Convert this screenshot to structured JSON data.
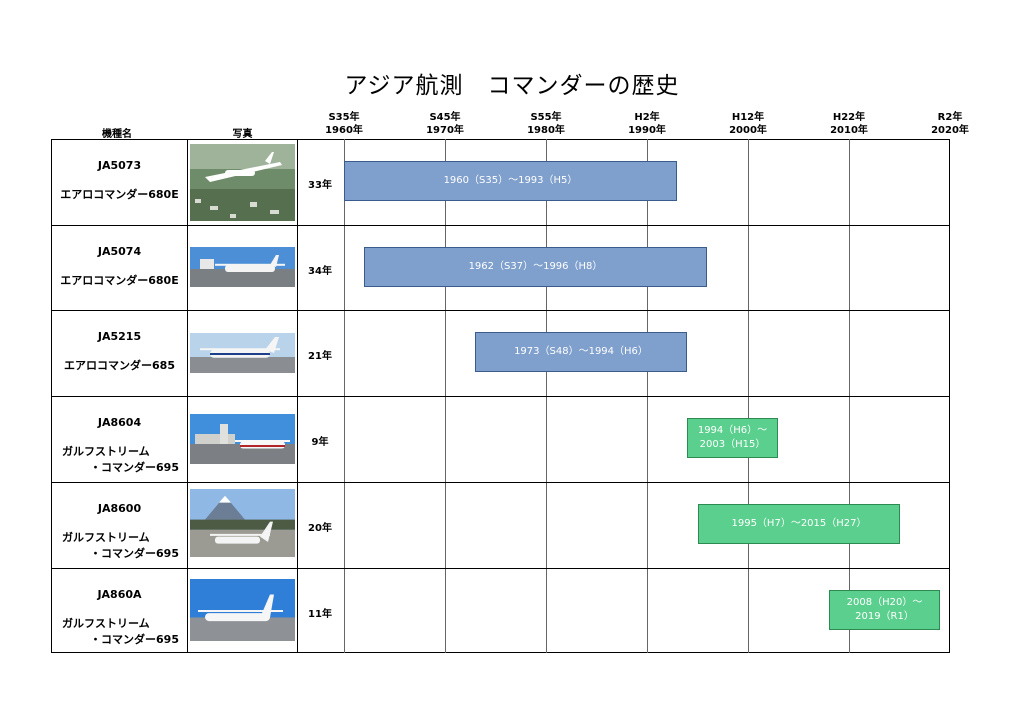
{
  "title": "アジア航測　コマンダーの歴史",
  "columns": {
    "model": "機種名",
    "photo": "写真"
  },
  "timeline_headers": [
    {
      "era": "S35年",
      "year": "1960年"
    },
    {
      "era": "S45年",
      "year": "1970年"
    },
    {
      "era": "S55年",
      "year": "1980年"
    },
    {
      "era": "H2年",
      "year": "1990年"
    },
    {
      "era": "H12年",
      "year": "2000年"
    },
    {
      "era": "H22年",
      "year": "2010年"
    },
    {
      "era": "R2年",
      "year": "2020年"
    }
  ],
  "rows": [
    {
      "reg": "JA5073",
      "model_line1": "エアロコマンダー680E",
      "model_line2": "",
      "years": "33年",
      "start": 1960,
      "end": 1993,
      "period": "1960（S35）～1993（H5）",
      "period_line2": "",
      "color": "#7f9fcc",
      "photo": "aircraft-over-city-photo"
    },
    {
      "reg": "JA5074",
      "model_line1": "エアロコマンダー680E",
      "model_line2": "",
      "years": "34年",
      "start": 1962,
      "end": 1996,
      "period": "1962（S37）～1996（H8）",
      "period_line2": "",
      "color": "#7f9fcc",
      "photo": "aircraft-at-airfield-photo"
    },
    {
      "reg": "JA5215",
      "model_line1": "エアロコマンダー685",
      "model_line2": "",
      "years": "21年",
      "start": 1973,
      "end": 1994,
      "period": "1973（S48）～1994（H6）",
      "period_line2": "",
      "color": "#7f9fcc",
      "photo": "aircraft-on-tarmac-photo"
    },
    {
      "reg": "JA8604",
      "model_line1": "ガルフストリーム",
      "model_line2": "・コマンダー695",
      "years": "9年",
      "start": 1994,
      "end": 2003,
      "period": "1994（H6）～",
      "period_line2": "2003（H15）",
      "color": "#5bcf8e",
      "photo": "aircraft-with-tower-photo"
    },
    {
      "reg": "JA8600",
      "model_line1": "ガルフストリーム",
      "model_line2": "・コマンダー695",
      "years": "20年",
      "start": 1995,
      "end": 2015,
      "period": "1995（H7）～2015（H27）",
      "period_line2": "",
      "color": "#5bcf8e",
      "photo": "aircraft-mount-fuji-photo"
    },
    {
      "reg": "JA860A",
      "model_line1": "ガルフストリーム",
      "model_line2": "・コマンダー695",
      "years": "11年",
      "start": 2008,
      "end": 2019,
      "period": "2008（H20）～",
      "period_line2": "2019（R1）",
      "color": "#5bcf8e",
      "photo": "aircraft-apron-blue-sky-photo"
    }
  ]
}
